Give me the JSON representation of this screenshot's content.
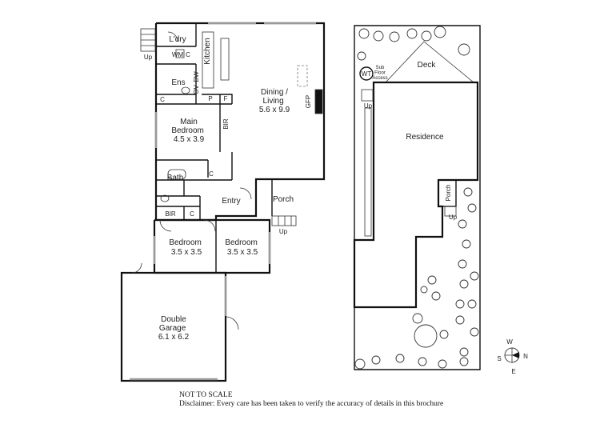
{
  "floor_plan": {
    "rooms": {
      "laundry": "L'dry",
      "kitchen": "Kitchen",
      "ensuite": "Ens",
      "dining_living": {
        "name": "Dining /\nLiving",
        "size": "5.6 x 9.9"
      },
      "main_bedroom": {
        "name": "Main\nBedroom",
        "size": "4.5 x 3.9"
      },
      "bath": "Bath",
      "entry": "Entry",
      "porch": "Porch",
      "bedroom_2": {
        "name": "Bedroom",
        "size": "3.5 x 3.5"
      },
      "bedroom_3": {
        "name": "Bedroom",
        "size": "3.5 x 3.5"
      },
      "garage": {
        "name": "Double\nGarage",
        "size": "6.1 x 6.2"
      }
    },
    "fixtures": {
      "washing_machine": "WM",
      "cupboard": "C",
      "dishwasher": "DW",
      "oven": "OV",
      "pantry": "P",
      "fridge": "F",
      "built_in_robe": "BIR",
      "gas_fireplace": "GFP"
    },
    "up": "Up"
  },
  "site_plan": {
    "deck": "Deck",
    "residence": "Residence",
    "porch": "Porch",
    "water_tank": "WT",
    "sub_floor_access": "Sub\nFloor\nAccess",
    "up": "Up"
  },
  "compass": {
    "north": "N",
    "south": "S",
    "east": "E",
    "west": "W"
  },
  "footer": {
    "scale_note": "NOT TO SCALE",
    "disclaimer": "Disclaimer: Every care has been taken to verify the accuracy of details in this brochure"
  }
}
